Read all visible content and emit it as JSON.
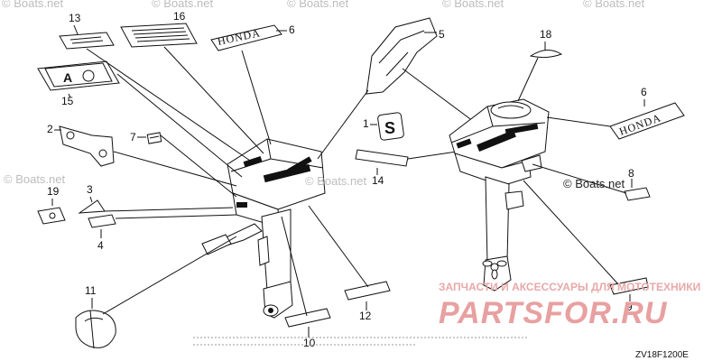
{
  "watermarks": [
    "© Boats.net",
    "© Boats.net",
    "© Boats.net",
    "© Boats.net",
    "© Boats.net"
  ],
  "brand_text": "HONDA",
  "parts_shop_caption": "ЗАПЧАСТИ И АКСЕССУАРЫ ДЛЯ МОТОТЕХНИКИ",
  "parts_shop_logo": "PARTSFOR.RU",
  "diagram_code": "ZV18F1200E",
  "center_watermark": "© Boats.net",
  "callouts": {
    "n1": "1",
    "n2": "2",
    "n3": "3",
    "n4": "4",
    "n5": "5",
    "n6a": "6",
    "n6b": "6",
    "n7": "7",
    "n8": "8",
    "n9": "9",
    "n10": "10",
    "n11": "11",
    "n12": "12",
    "n13": "13",
    "n14": "14",
    "n15": "15",
    "n16": "16",
    "n18": "18",
    "n19": "19"
  },
  "colors": {
    "ink": "#111111",
    "watermark": "#bdbdbd",
    "shop_red": "#e03030"
  }
}
